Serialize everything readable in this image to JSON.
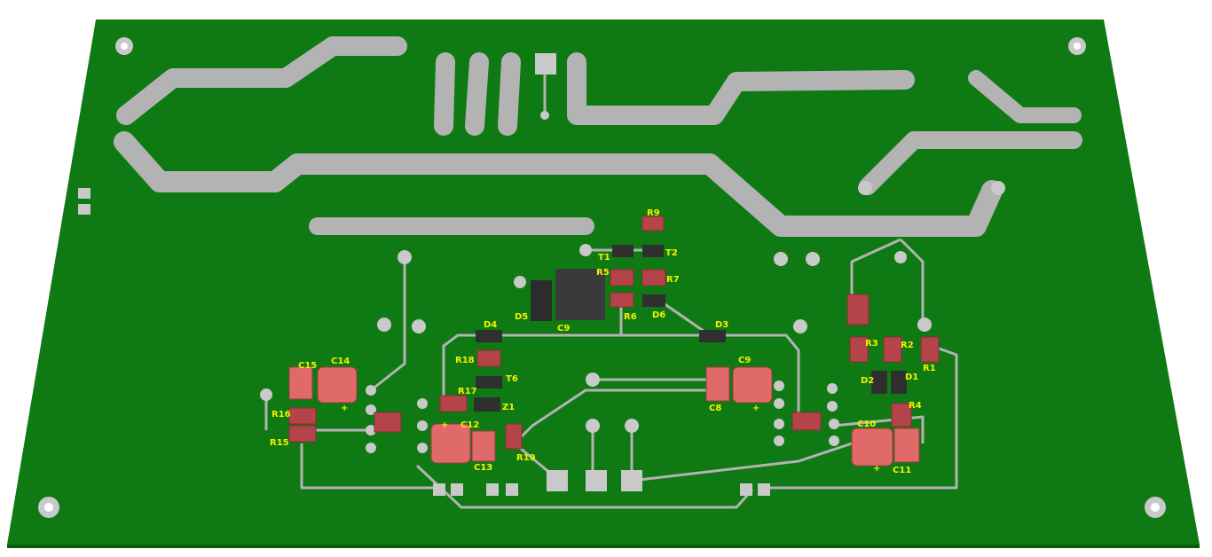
{
  "board": {
    "substrate_color": "#0f7a13",
    "trace_color": "#b3b3b3",
    "pad_color": "#c9c9c9",
    "component_color": "#b5434a",
    "cap_color": "#e06a6a",
    "ic_color": "#3a3a3a",
    "label_color": "#f2f200"
  },
  "labels": {
    "r9": "R9",
    "t1": "T1",
    "t2": "T2",
    "r5": "R5",
    "r7": "R7",
    "r6": "R6",
    "d6": "D6",
    "d5": "D5",
    "c9_ic": "C9",
    "d3": "D3",
    "d4": "D4",
    "r18": "R18",
    "t6": "T6",
    "r17": "R17",
    "z1": "Z1",
    "c15": "C15",
    "c14": "C14",
    "r16": "R16",
    "r15": "R15",
    "c12": "C12",
    "c13": "C13",
    "r19": "R19",
    "c8": "C8",
    "c9": "C9",
    "r3": "R3",
    "r2": "R2",
    "r1": "R1",
    "d2": "D2",
    "d1": "D1",
    "r4": "R4",
    "c10": "C10",
    "c11": "C11",
    "plus_a": "+",
    "plus_b": "+",
    "plus_c": "+",
    "plus_d": "+"
  }
}
